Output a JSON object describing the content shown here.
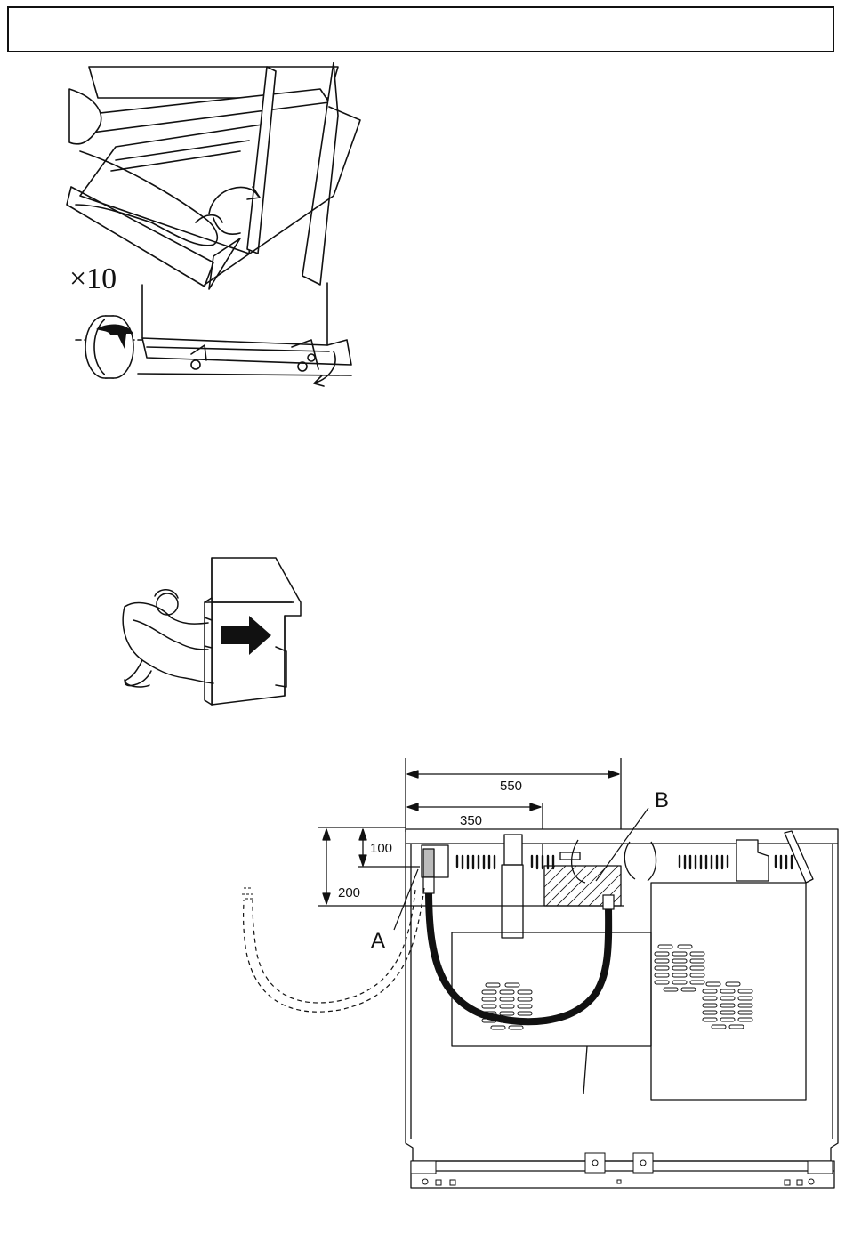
{
  "header": {
    "title": ""
  },
  "figure1": {
    "repeat_label": "×10"
  },
  "figure3": {
    "dimensions": {
      "d550": "550",
      "d350": "350",
      "d100": "100",
      "d200": "200"
    },
    "labels": {
      "a": "A",
      "b": "B"
    }
  }
}
